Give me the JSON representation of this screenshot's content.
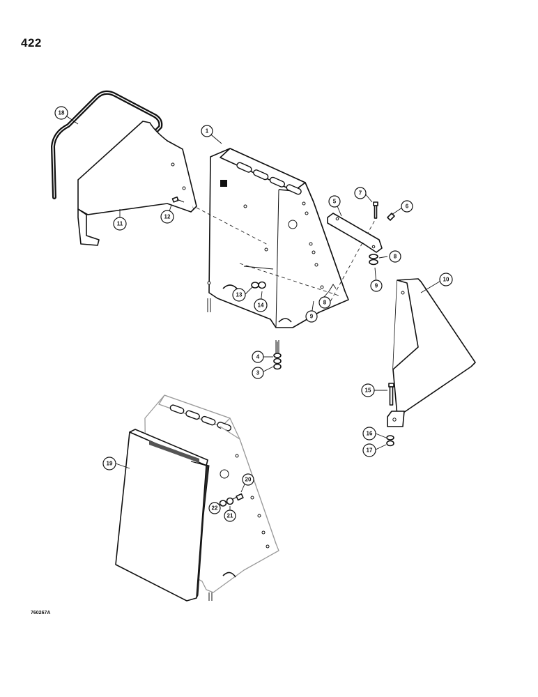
{
  "page_number": "422",
  "figure_code": "760267A",
  "callouts": {
    "c1": "1",
    "c3": "3",
    "c4": "4",
    "c5": "5",
    "c6": "6",
    "c7": "7",
    "c8a": "8",
    "c8b": "8",
    "c9a": "9",
    "c9b": "9",
    "c10": "10",
    "c11": "11",
    "c12": "12",
    "c13": "13",
    "c14": "14",
    "c15": "15",
    "c16": "16",
    "c17": "17",
    "c18": "18",
    "c19": "19",
    "c20": "20",
    "c21": "21",
    "c22": "22"
  }
}
